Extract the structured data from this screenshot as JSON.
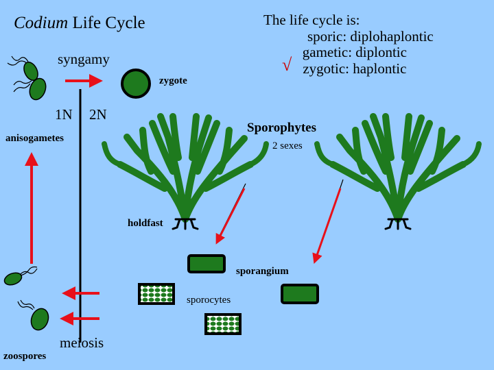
{
  "title": {
    "italic": "Codium",
    "rest": " Life Cycle"
  },
  "life_cycle": {
    "heading": "The life cycle is:",
    "lines": [
      "sporic: diplohaplontic",
      "gametic: diplontic",
      "zygotic: haplontic"
    ],
    "check_mark": "√"
  },
  "labels": {
    "syngamy": "syngamy",
    "zygote": "zygote",
    "ploidy_haploid": "1N",
    "ploidy_diploid": "2N",
    "anisogametes": "anisogametes",
    "sporophytes": "Sporophytes",
    "sexes": "2 sexes",
    "holdfast": "holdfast",
    "sporangium": "sporangium",
    "sporocytes": "sporocytes",
    "meiosis": "meiosis",
    "zoospores": "zoospores"
  },
  "colors": {
    "background": "#99ccff",
    "plant_green": "#1e7a1e",
    "arrow_red": "#e8101a",
    "check_red": "#cc0000"
  }
}
